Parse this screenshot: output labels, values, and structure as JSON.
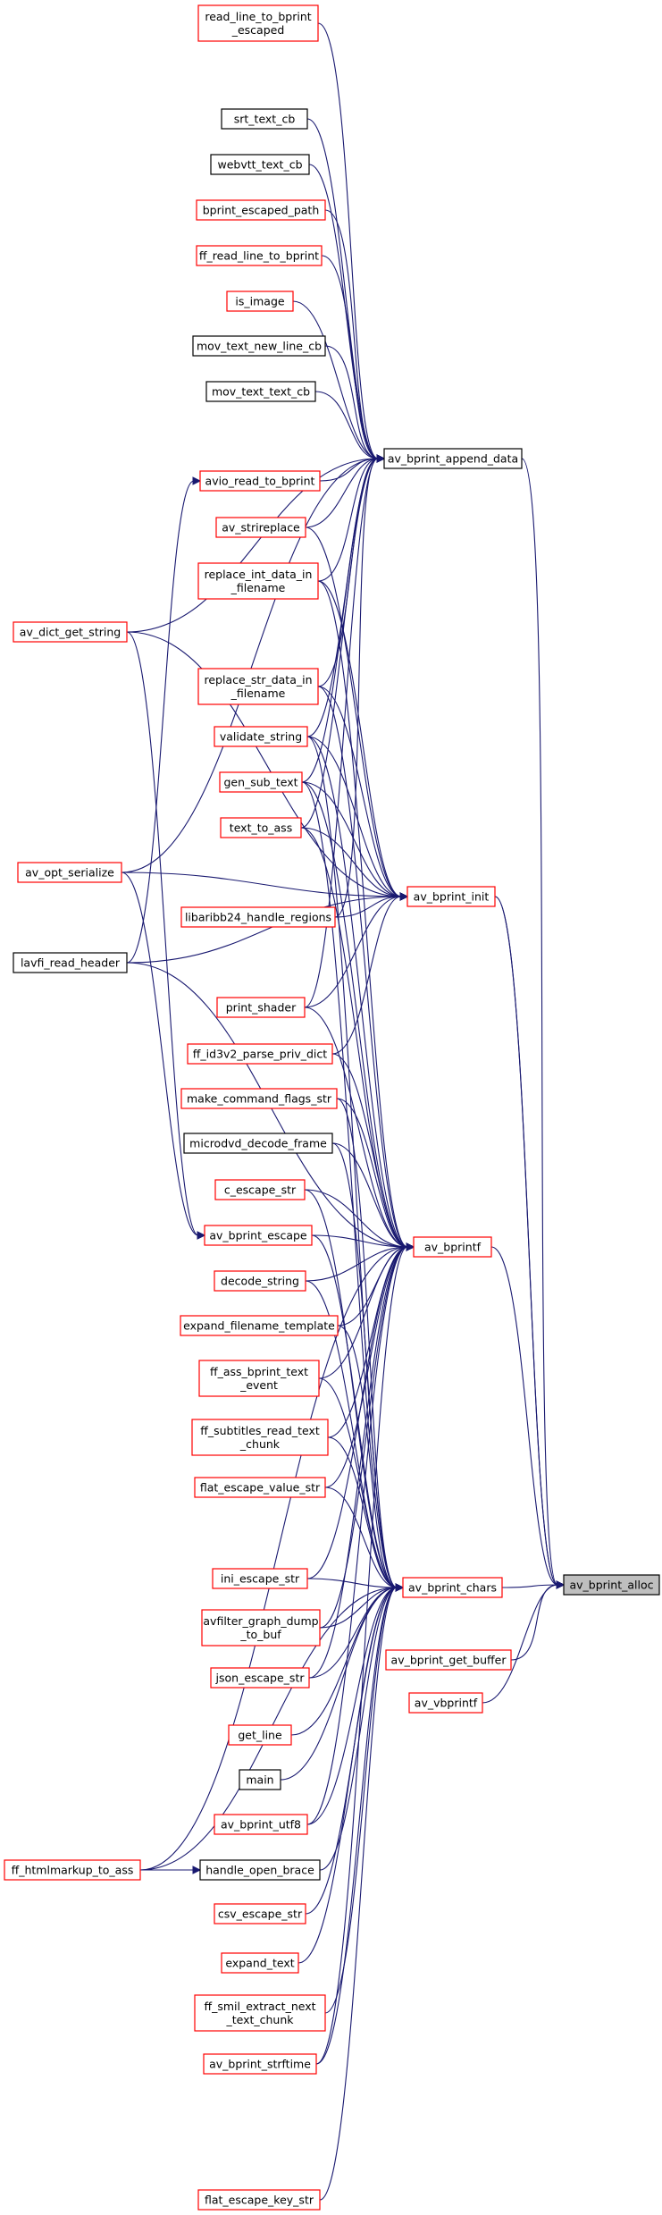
{
  "colors": {
    "edge": "#191970",
    "node_border_red": "#ff0000",
    "node_border_black": "#000000",
    "focus_fill": "#bfbfbf",
    "background": "#ffffff"
  },
  "nodes": [
    {
      "id": "av_bprint_alloc",
      "label": [
        "av_bprint_alloc"
      ],
      "border": "focus"
    },
    {
      "id": "av_bprint_append_data",
      "label": [
        "av_bprint_append_data"
      ],
      "border": "black"
    },
    {
      "id": "av_bprint_init",
      "label": [
        "av_bprint_init"
      ],
      "border": "red"
    },
    {
      "id": "av_bprintf",
      "label": [
        "av_bprintf"
      ],
      "border": "red"
    },
    {
      "id": "av_bprint_chars",
      "label": [
        "av_bprint_chars"
      ],
      "border": "red"
    },
    {
      "id": "av_bprint_get_buffer",
      "label": [
        "av_bprint_get_buffer"
      ],
      "border": "red"
    },
    {
      "id": "av_vbprintf",
      "label": [
        "av_vbprintf"
      ],
      "border": "red"
    },
    {
      "id": "read_line_to_bprint_escaped",
      "label": [
        "read_line_to_bprint",
        "_escaped"
      ],
      "border": "red"
    },
    {
      "id": "srt_text_cb",
      "label": [
        "srt_text_cb"
      ],
      "border": "black"
    },
    {
      "id": "webvtt_text_cb",
      "label": [
        "webvtt_text_cb"
      ],
      "border": "black"
    },
    {
      "id": "bprint_escaped_path",
      "label": [
        "bprint_escaped_path"
      ],
      "border": "red"
    },
    {
      "id": "ff_read_line_to_bprint",
      "label": [
        "ff_read_line_to_bprint"
      ],
      "border": "red"
    },
    {
      "id": "is_image",
      "label": [
        "is_image"
      ],
      "border": "red"
    },
    {
      "id": "mov_text_new_line_cb",
      "label": [
        "mov_text_new_line_cb"
      ],
      "border": "black"
    },
    {
      "id": "mov_text_text_cb",
      "label": [
        "mov_text_text_cb"
      ],
      "border": "black"
    },
    {
      "id": "avio_read_to_bprint",
      "label": [
        "avio_read_to_bprint"
      ],
      "border": "red"
    },
    {
      "id": "av_strireplace",
      "label": [
        "av_strireplace"
      ],
      "border": "red"
    },
    {
      "id": "replace_int_data_in_filename",
      "label": [
        "replace_int_data_in",
        "_filename"
      ],
      "border": "red"
    },
    {
      "id": "av_dict_get_string",
      "label": [
        "av_dict_get_string"
      ],
      "border": "red"
    },
    {
      "id": "replace_str_data_in_filename",
      "label": [
        "replace_str_data_in",
        "_filename"
      ],
      "border": "red"
    },
    {
      "id": "validate_string",
      "label": [
        "validate_string"
      ],
      "border": "red"
    },
    {
      "id": "gen_sub_text",
      "label": [
        "gen_sub_text"
      ],
      "border": "red"
    },
    {
      "id": "text_to_ass",
      "label": [
        "text_to_ass"
      ],
      "border": "red"
    },
    {
      "id": "av_opt_serialize",
      "label": [
        "av_opt_serialize"
      ],
      "border": "red"
    },
    {
      "id": "libaribb24_handle_regions",
      "label": [
        "libaribb24_handle_regions"
      ],
      "border": "red"
    },
    {
      "id": "lavfi_read_header",
      "label": [
        "lavfi_read_header"
      ],
      "border": "black"
    },
    {
      "id": "print_shader",
      "label": [
        "print_shader"
      ],
      "border": "red"
    },
    {
      "id": "ff_id3v2_parse_priv_dict",
      "label": [
        "ff_id3v2_parse_priv_dict"
      ],
      "border": "red"
    },
    {
      "id": "make_command_flags_str",
      "label": [
        "make_command_flags_str"
      ],
      "border": "red"
    },
    {
      "id": "microdvd_decode_frame",
      "label": [
        "microdvd_decode_frame"
      ],
      "border": "black"
    },
    {
      "id": "c_escape_str",
      "label": [
        "c_escape_str"
      ],
      "border": "red"
    },
    {
      "id": "av_bprint_escape",
      "label": [
        "av_bprint_escape"
      ],
      "border": "red"
    },
    {
      "id": "decode_string",
      "label": [
        "decode_string"
      ],
      "border": "red"
    },
    {
      "id": "expand_filename_template",
      "label": [
        "expand_filename_template"
      ],
      "border": "red"
    },
    {
      "id": "ff_ass_bprint_text_event",
      "label": [
        "ff_ass_bprint_text",
        "_event"
      ],
      "border": "red"
    },
    {
      "id": "ff_subtitles_read_text_chunk",
      "label": [
        "ff_subtitles_read_text",
        "_chunk"
      ],
      "border": "red"
    },
    {
      "id": "flat_escape_value_str",
      "label": [
        "flat_escape_value_str"
      ],
      "border": "red"
    },
    {
      "id": "ini_escape_str",
      "label": [
        "ini_escape_str"
      ],
      "border": "red"
    },
    {
      "id": "avfilter_graph_dump_to_buf",
      "label": [
        "avfilter_graph_dump",
        "_to_buf"
      ],
      "border": "red"
    },
    {
      "id": "json_escape_str",
      "label": [
        "json_escape_str"
      ],
      "border": "red"
    },
    {
      "id": "get_line",
      "label": [
        "get_line"
      ],
      "border": "red"
    },
    {
      "id": "main",
      "label": [
        "main"
      ],
      "border": "black"
    },
    {
      "id": "av_bprint_utf8",
      "label": [
        "av_bprint_utf8"
      ],
      "border": "red"
    },
    {
      "id": "ff_htmlmarkup_to_ass",
      "label": [
        "ff_htmlmarkup_to_ass"
      ],
      "border": "red"
    },
    {
      "id": "handle_open_brace",
      "label": [
        "handle_open_brace"
      ],
      "border": "black"
    },
    {
      "id": "csv_escape_str",
      "label": [
        "csv_escape_str"
      ],
      "border": "red"
    },
    {
      "id": "expand_text",
      "label": [
        "expand_text"
      ],
      "border": "red"
    },
    {
      "id": "ff_smil_extract_next_text_chunk",
      "label": [
        "ff_smil_extract_next",
        "_text_chunk"
      ],
      "border": "red"
    },
    {
      "id": "av_bprint_strftime",
      "label": [
        "av_bprint_strftime"
      ],
      "border": "red"
    },
    {
      "id": "flat_escape_key_str",
      "label": [
        "flat_escape_key_str"
      ],
      "border": "red"
    }
  ],
  "edges": [
    [
      "av_bprint_append_data",
      "av_bprint_alloc"
    ],
    [
      "av_bprint_init",
      "av_bprint_alloc"
    ],
    [
      "av_bprintf",
      "av_bprint_alloc"
    ],
    [
      "av_bprint_chars",
      "av_bprint_alloc"
    ],
    [
      "av_bprint_get_buffer",
      "av_bprint_alloc"
    ],
    [
      "av_vbprintf",
      "av_bprint_alloc"
    ],
    [
      "read_line_to_bprint_escaped",
      "av_bprint_append_data"
    ],
    [
      "srt_text_cb",
      "av_bprint_append_data"
    ],
    [
      "webvtt_text_cb",
      "av_bprint_append_data"
    ],
    [
      "bprint_escaped_path",
      "av_bprint_append_data"
    ],
    [
      "ff_read_line_to_bprint",
      "av_bprint_append_data"
    ],
    [
      "is_image",
      "av_bprint_append_data"
    ],
    [
      "mov_text_new_line_cb",
      "av_bprint_append_data"
    ],
    [
      "mov_text_text_cb",
      "av_bprint_append_data"
    ],
    [
      "avio_read_to_bprint",
      "av_bprint_append_data"
    ],
    [
      "av_strireplace",
      "av_bprint_append_data"
    ],
    [
      "replace_int_data_in_filename",
      "av_bprint_append_data"
    ],
    [
      "replace_str_data_in_filename",
      "av_bprint_append_data"
    ],
    [
      "validate_string",
      "av_bprint_append_data"
    ],
    [
      "gen_sub_text",
      "av_bprint_append_data"
    ],
    [
      "text_to_ass",
      "av_bprint_append_data"
    ],
    [
      "libaribb24_handle_regions",
      "av_bprint_append_data"
    ],
    [
      "print_shader",
      "av_bprint_append_data"
    ],
    [
      "av_dict_get_string",
      "av_bprint_append_data"
    ],
    [
      "av_opt_serialize",
      "av_bprint_append_data"
    ],
    [
      "lavfi_read_header",
      "avio_read_to_bprint"
    ],
    [
      "av_strireplace",
      "av_bprint_init"
    ],
    [
      "replace_int_data_in_filename",
      "av_bprint_init"
    ],
    [
      "replace_str_data_in_filename",
      "av_bprint_init"
    ],
    [
      "validate_string",
      "av_bprint_init"
    ],
    [
      "gen_sub_text",
      "av_bprint_init"
    ],
    [
      "text_to_ass",
      "av_bprint_init"
    ],
    [
      "libaribb24_handle_regions",
      "av_bprint_init"
    ],
    [
      "print_shader",
      "av_bprint_init"
    ],
    [
      "ff_id3v2_parse_priv_dict",
      "av_bprint_init"
    ],
    [
      "av_dict_get_string",
      "av_bprint_init"
    ],
    [
      "av_opt_serialize",
      "av_bprint_init"
    ],
    [
      "lavfi_read_header",
      "av_bprint_init"
    ],
    [
      "av_bprint_init",
      "av_bprint_alloc"
    ],
    [
      "replace_int_data_in_filename",
      "av_bprintf"
    ],
    [
      "replace_str_data_in_filename",
      "av_bprintf"
    ],
    [
      "validate_string",
      "av_bprintf"
    ],
    [
      "gen_sub_text",
      "av_bprintf"
    ],
    [
      "text_to_ass",
      "av_bprintf"
    ],
    [
      "print_shader",
      "av_bprintf"
    ],
    [
      "ff_id3v2_parse_priv_dict",
      "av_bprintf"
    ],
    [
      "make_command_flags_str",
      "av_bprintf"
    ],
    [
      "microdvd_decode_frame",
      "av_bprintf"
    ],
    [
      "c_escape_str",
      "av_bprintf"
    ],
    [
      "av_bprint_escape",
      "av_bprintf"
    ],
    [
      "decode_string",
      "av_bprintf"
    ],
    [
      "expand_filename_template",
      "av_bprintf"
    ],
    [
      "ff_ass_bprint_text_event",
      "av_bprintf"
    ],
    [
      "ff_subtitles_read_text_chunk",
      "av_bprintf"
    ],
    [
      "flat_escape_value_str",
      "av_bprintf"
    ],
    [
      "ini_escape_str",
      "av_bprintf"
    ],
    [
      "avfilter_graph_dump_to_buf",
      "av_bprintf"
    ],
    [
      "json_escape_str",
      "av_bprintf"
    ],
    [
      "av_bprint_utf8",
      "av_bprintf"
    ],
    [
      "av_bprint_strftime",
      "av_bprintf"
    ],
    [
      "lavfi_read_header",
      "av_bprintf"
    ],
    [
      "av_dict_get_string",
      "av_bprint_escape"
    ],
    [
      "av_opt_serialize",
      "av_bprint_escape"
    ],
    [
      "validate_string",
      "av_bprint_chars"
    ],
    [
      "gen_sub_text",
      "av_bprint_chars"
    ],
    [
      "make_command_flags_str",
      "av_bprint_chars"
    ],
    [
      "microdvd_decode_frame",
      "av_bprint_chars"
    ],
    [
      "c_escape_str",
      "av_bprint_chars"
    ],
    [
      "av_bprint_escape",
      "av_bprint_chars"
    ],
    [
      "decode_string",
      "av_bprint_chars"
    ],
    [
      "expand_filename_template",
      "av_bprint_chars"
    ],
    [
      "ff_ass_bprint_text_event",
      "av_bprint_chars"
    ],
    [
      "ff_subtitles_read_text_chunk",
      "av_bprint_chars"
    ],
    [
      "flat_escape_value_str",
      "av_bprint_chars"
    ],
    [
      "ini_escape_str",
      "av_bprint_chars"
    ],
    [
      "avfilter_graph_dump_to_buf",
      "av_bprint_chars"
    ],
    [
      "json_escape_str",
      "av_bprint_chars"
    ],
    [
      "get_line",
      "av_bprint_chars"
    ],
    [
      "main",
      "av_bprint_chars"
    ],
    [
      "av_bprint_utf8",
      "av_bprint_chars"
    ],
    [
      "handle_open_brace",
      "av_bprint_chars"
    ],
    [
      "csv_escape_str",
      "av_bprint_chars"
    ],
    [
      "expand_text",
      "av_bprint_chars"
    ],
    [
      "ff_smil_extract_next_text_chunk",
      "av_bprint_chars"
    ],
    [
      "av_bprint_strftime",
      "av_bprint_chars"
    ],
    [
      "flat_escape_key_str",
      "av_bprint_chars"
    ],
    [
      "ff_htmlmarkup_to_ass",
      "av_bprint_chars"
    ],
    [
      "ff_htmlmarkup_to_ass",
      "av_bprintf"
    ],
    [
      "ff_htmlmarkup_to_ass",
      "handle_open_brace"
    ]
  ]
}
